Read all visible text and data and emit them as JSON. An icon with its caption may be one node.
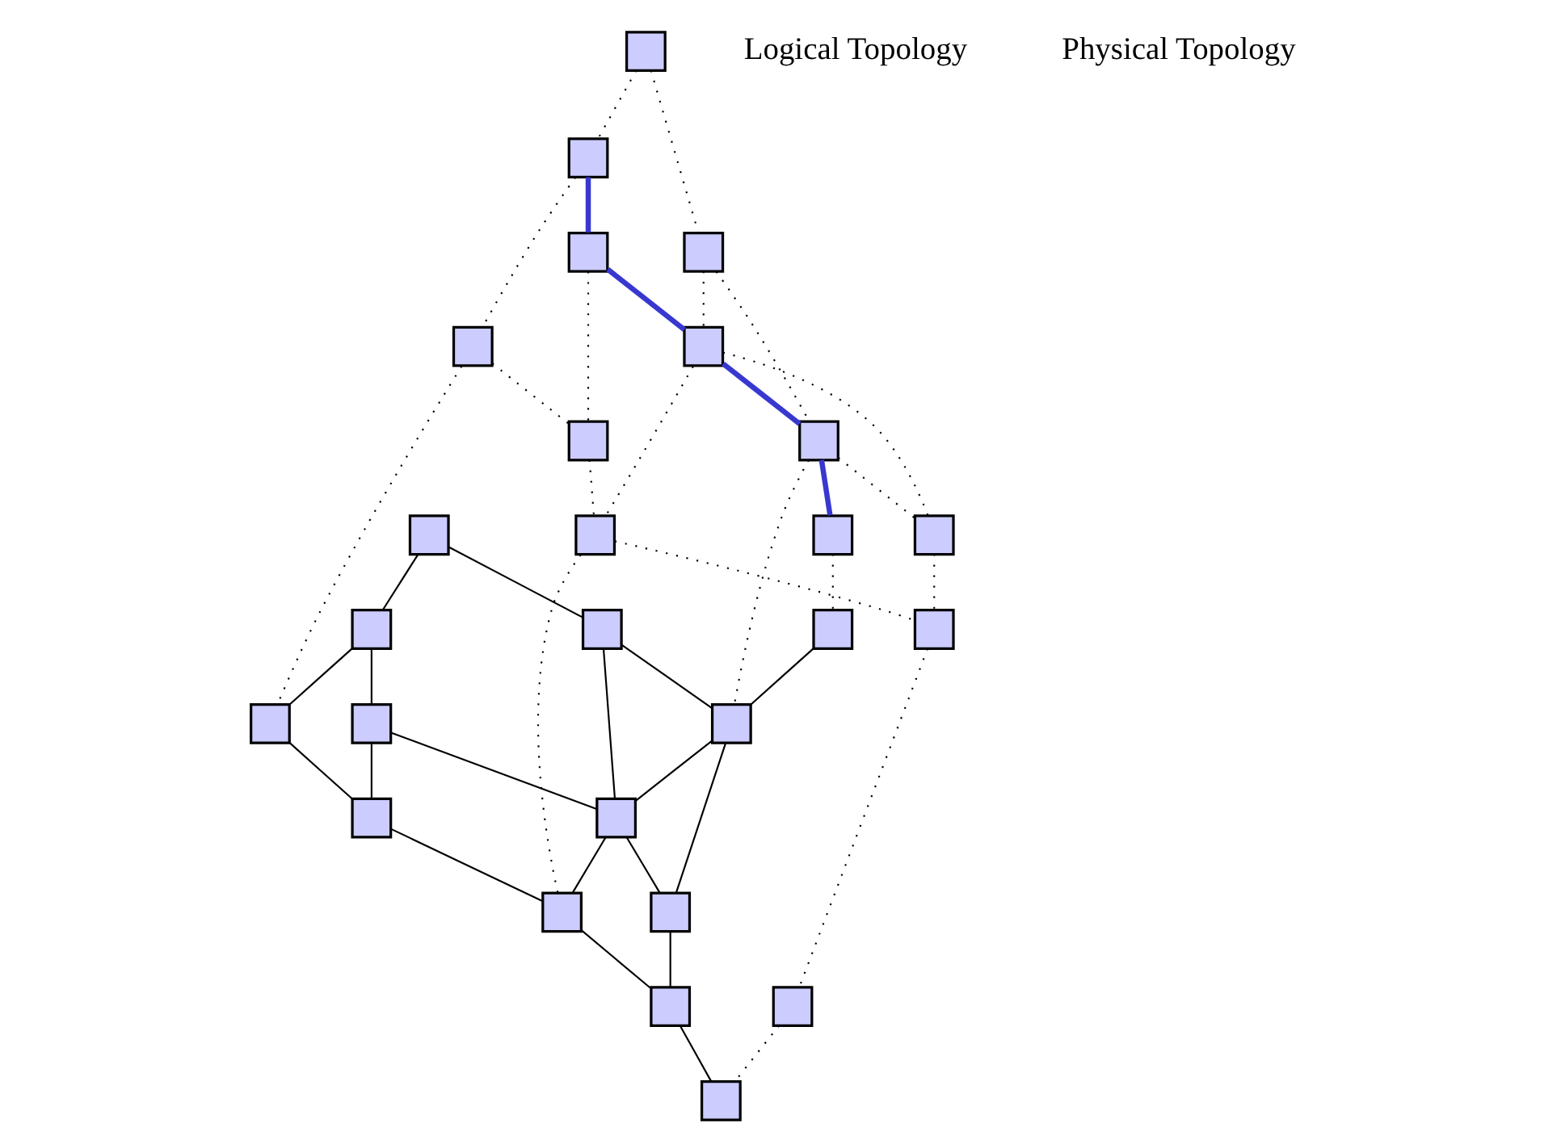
{
  "diagram": {
    "nodes": [
      {
        "text": [],
        "shape": "box"
      },
      {
        "text": [],
        "shape": "box"
      },
      {
        "text": [],
        "shape": "box"
      },
      {
        "text": [],
        "shape": "box"
      },
      {
        "text": [],
        "shape": "box"
      },
      {
        "text": [],
        "shape": "box"
      },
      {
        "text": [],
        "shape": "box"
      },
      {
        "text": [],
        "shape": "box"
      },
      {
        "text": [],
        "shape": "box"
      },
      {
        "text": [],
        "shape": "box"
      },
      {
        "text": [],
        "shape": "box"
      },
      {
        "text": [],
        "shape": "box"
      },
      {
        "text": [],
        "shape": "box"
      },
      {
        "text": [],
        "shape": "box"
      },
      {
        "text": [],
        "shape": "box"
      },
      {
        "text": [],
        "shape": "box"
      },
      {
        "text": [],
        "shape": "box"
      },
      {
        "text": [],
        "shape": "box"
      },
      {
        "text": [],
        "shape": "box"
      },
      {
        "text": [],
        "shape": "box"
      },
      {
        "text": [],
        "shape": "box"
      },
      {
        "text": [],
        "shape": "box"
      },
      {
        "text": [],
        "shape": "box"
      },
      {
        "text": [],
        "shape": "box"
      },
      {
        "text": [],
        "shape": "box"
      },
      {
        "text": [],
        "shape": "box"
      }
    ],
    "edges": [
      {
        "from": 0,
        "to": 1,
        "arrow": "none",
        "style": "dashed"
      },
      {
        "from": 0,
        "to": 4,
        "arrow": "none",
        "style": "dashed"
      },
      {
        "from": 1,
        "to": 2,
        "arrow": "none",
        "style": "dashed"
      },
      {
        "from": 1,
        "to": 6,
        "arrow": "none",
        "style": "dashed"
      },
      {
        "from": 6,
        "to": 2,
        "arrow": "none",
        "style": "thick",
        "color": "#3838d0"
      },
      {
        "from": 2,
        "to": 3,
        "arrow": "none",
        "style": "thick",
        "color": "#3838d0"
      },
      {
        "from": 4,
        "to": 5,
        "arrow": "none",
        "style": "thick",
        "color": "#3838d0"
      },
      {
        "from": 5,
        "to": 6,
        "arrow": "none",
        "style": "thick",
        "color": "#3838d0"
      },
      {
        "from": 6,
        "to": 7,
        "arrow": "none",
        "style": "dashed"
      },
      {
        "from": 2,
        "to": 7,
        "arrow": "none",
        "style": "dashed"
      },
      {
        "from": 4,
        "to": 8,
        "arrow": "none",
        "style": "dashed"
      },
      {
        "from": 5,
        "to": 9,
        "arrow": "none",
        "style": "dashed"
      },
      {
        "from": 8,
        "to": 9,
        "arrow": "none",
        "style": "dashed"
      },
      {
        "from": 9,
        "to": 10,
        "arrow": "none",
        "style": "dashed"
      },
      {
        "from": 6,
        "to": 10,
        "arrow": "none",
        "style": "dashed"
      },
      {
        "from": 10,
        "to": 11,
        "arrow": "none",
        "style": "dashed"
      },
      {
        "from": 7,
        "to": 11,
        "arrow": "none",
        "style": "dashed"
      },
      {
        "from": 11,
        "to": 12,
        "arrow": "none",
        "style": "dashed"
      },
      {
        "from": 8,
        "to": 21,
        "arrow": "none",
        "style": "dashed"
      },
      {
        "from": 10,
        "to": 23,
        "arrow": "none",
        "style": "dashed"
      },
      {
        "from": 2,
        "to": 16,
        "arrow": "none",
        "style": "dashed"
      },
      {
        "from": 3,
        "to": 14,
        "arrow": "none",
        "style": "dashed"
      },
      {
        "from": 12,
        "to": 25,
        "arrow": "none",
        "style": "dashed"
      },
      {
        "from": 13,
        "to": 17,
        "arrow": "none"
      },
      {
        "from": 13,
        "to": 15,
        "arrow": "none"
      },
      {
        "from": 15,
        "to": 16,
        "arrow": "none"
      },
      {
        "from": 14,
        "to": 16,
        "arrow": "none"
      },
      {
        "from": 15,
        "to": 19,
        "arrow": "none"
      },
      {
        "from": 16,
        "to": 19,
        "arrow": "none"
      },
      {
        "from": 16,
        "to": 20,
        "arrow": "none"
      },
      {
        "from": 19,
        "to": 20,
        "arrow": "none"
      },
      {
        "from": 17,
        "to": 18,
        "arrow": "none"
      },
      {
        "from": 18,
        "to": 19,
        "arrow": "none"
      },
      {
        "from": 17,
        "to": 21,
        "arrow": "none"
      },
      {
        "from": 18,
        "to": 22,
        "arrow": "none"
      },
      {
        "from": 21,
        "to": 22,
        "arrow": "none"
      },
      {
        "from": 22,
        "to": 23,
        "arrow": "none"
      },
      {
        "from": 19,
        "to": 23,
        "arrow": "none"
      },
      {
        "from": 23,
        "to": 24,
        "arrow": "none"
      },
      {
        "from": 20,
        "to": 24,
        "arrow": "none"
      },
      {
        "from": 24,
        "to": 25,
        "arrow": "none"
      }
    ],
    "labels": [
      "Logical Topology",
      "Physical Topology"
    ]
  }
}
